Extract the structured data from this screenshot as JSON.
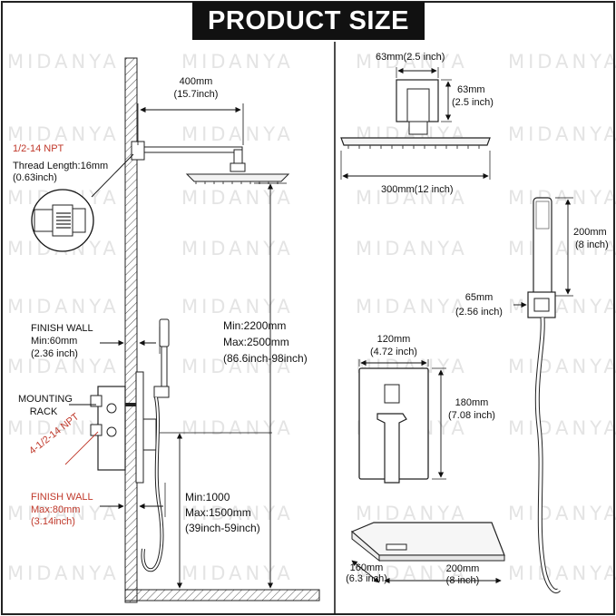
{
  "title": "PRODUCT SIZE",
  "watermark": "MIDANYA",
  "colors": {
    "accent": "#c0392b",
    "ink": "#111111",
    "title_bg": "#111111"
  },
  "left": {
    "arm_length": {
      "mm": "400mm",
      "inch": "(15.7inch)"
    },
    "npt": {
      "spec": "1/2-14 NPT",
      "thread": "Thread Length:16mm",
      "thread_inch": "(0.63inch)"
    },
    "finish_wall_top": {
      "label": "FINISH WALL",
      "min": "Min:60mm",
      "inch": "(2.36 inch)"
    },
    "mounting_rack": {
      "line1": "MOUNTING",
      "line2": "RACK"
    },
    "npt_valve": "4-1/2-14 NPT",
    "finish_wall_bottom": {
      "label": "FINISH WALL",
      "max": "Max:80mm",
      "inch": "(3.14inch)"
    },
    "overall_height": {
      "min": "Min:2200mm",
      "max": "Max:2500mm",
      "inch": "(86.6inch-98inch)"
    },
    "valve_height": {
      "min": "Min:1000",
      "max": "Max:1500mm",
      "inch": "(39inch-59inch)"
    }
  },
  "right": {
    "flange_width": "63mm(2.5 inch)",
    "flange_height": {
      "mm": "63mm",
      "inch": "(2.5 inch)"
    },
    "head_width": "300mm(12 inch)",
    "handheld_length": {
      "mm": "200mm",
      "inch": "(8 inch)"
    },
    "holder": {
      "mm": "65mm",
      "inch": "(2.56 inch)"
    },
    "plate_width": {
      "mm": "120mm",
      "inch": "(4.72 inch)"
    },
    "plate_height": {
      "mm": "180mm",
      "inch": "(7.08 inch)"
    },
    "spout_depth": {
      "mm": "160mm",
      "inch": "(6.3 inch)"
    },
    "spout_width": {
      "mm": "200mm",
      "inch": "(8 inch)"
    }
  }
}
